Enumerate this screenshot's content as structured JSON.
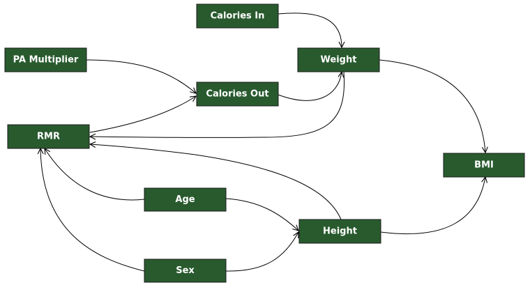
{
  "colors": {
    "node_fill": "#285a2e",
    "node_border": "#1b1b1b",
    "edge": "#000000",
    "text": "#ffffff"
  },
  "nodes": {
    "calories_in": {
      "label": "Calories In"
    },
    "pa_multiplier": {
      "label": "PA Multiplier"
    },
    "weight": {
      "label": "Weight"
    },
    "calories_out": {
      "label": "Calories Out"
    },
    "rmr": {
      "label": "RMR"
    },
    "bmi": {
      "label": "BMI"
    },
    "age": {
      "label": "Age"
    },
    "height": {
      "label": "Height"
    },
    "sex": {
      "label": "Sex"
    }
  },
  "edges": [
    {
      "from": "calories_in",
      "to": "weight"
    },
    {
      "from": "pa_multiplier",
      "to": "calories_out"
    },
    {
      "from": "calories_out",
      "to": "weight"
    },
    {
      "from": "weight",
      "to": "rmr"
    },
    {
      "from": "rmr",
      "to": "calories_out"
    },
    {
      "from": "weight",
      "to": "bmi"
    },
    {
      "from": "height",
      "to": "rmr"
    },
    {
      "from": "age",
      "to": "rmr"
    },
    {
      "from": "age",
      "to": "height"
    },
    {
      "from": "sex",
      "to": "height"
    },
    {
      "from": "sex",
      "to": "rmr"
    },
    {
      "from": "height",
      "to": "bmi"
    }
  ]
}
